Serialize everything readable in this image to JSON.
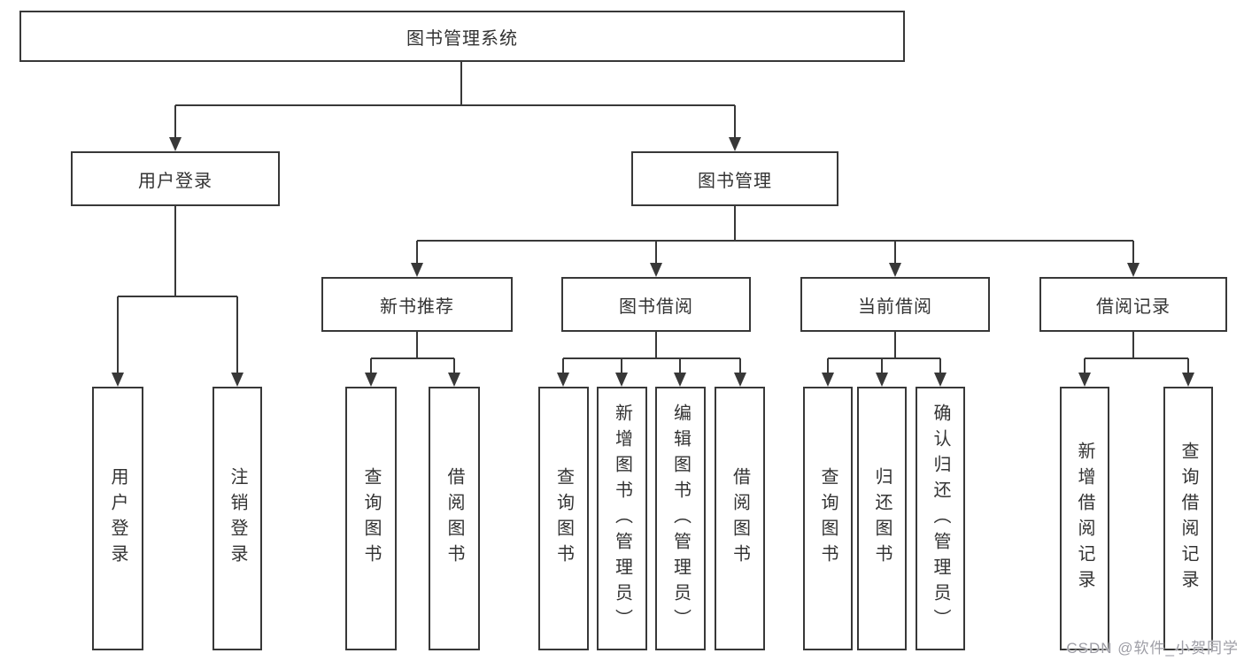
{
  "diagram": {
    "root": {
      "label": "图书管理系统"
    },
    "level1": [
      {
        "label": "用户登录"
      },
      {
        "label": "图书管理"
      }
    ],
    "level2": [
      {
        "label": "新书推荐"
      },
      {
        "label": "图书借阅"
      },
      {
        "label": "当前借阅"
      },
      {
        "label": "借阅记录"
      }
    ],
    "leaves": {
      "user_login": [
        "用户登录",
        "注销登录"
      ],
      "new_books": [
        "查询图书",
        "借阅图书"
      ],
      "book_borrow": [
        "查询图书",
        "新增图书（管理员）",
        "编辑图书（管理员）",
        "借阅图书"
      ],
      "current_borrow": [
        "查询图书",
        "归还图书",
        "确认归还（管理员）"
      ],
      "borrow_records": [
        "新增借阅记录",
        "查询借阅记录"
      ]
    }
  },
  "watermark": "CSDN @软件_小贺同学",
  "colors": {
    "line": "#383838",
    "text": "#333333",
    "background": "#ffffff",
    "watermark": "#9e9ea6"
  }
}
